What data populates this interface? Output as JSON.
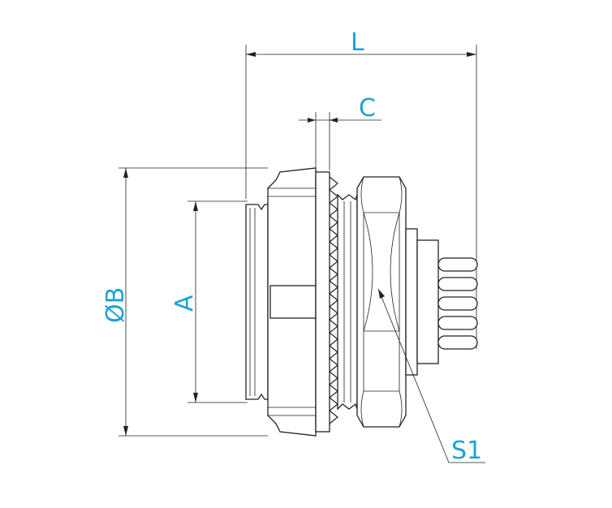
{
  "labels": {
    "length": "L",
    "thickness": "C",
    "outer_diameter": "ØB",
    "thread": "A",
    "wrench_size": "S1"
  },
  "colors": {
    "dimension_text": "#1aa3d4",
    "line": "#222222"
  }
}
